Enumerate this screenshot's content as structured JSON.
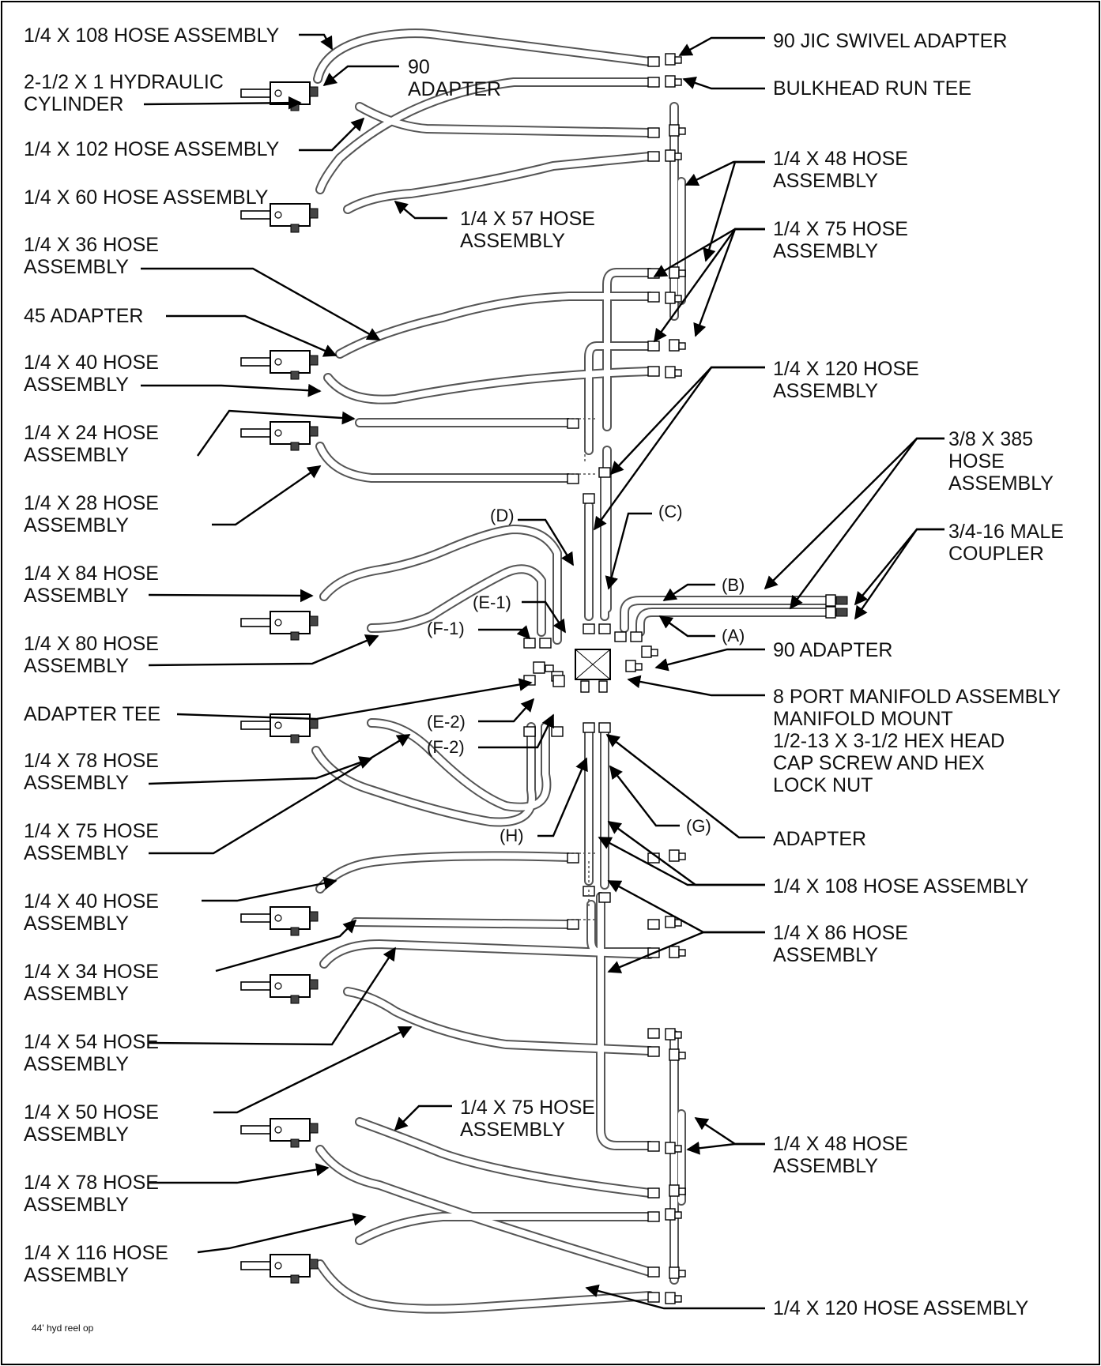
{
  "labels": {
    "hose_108_top": "1/4 X 108 HOSE ASSEMBLY",
    "cyl_line1": "2-1/2 X 1 HYDRAULIC",
    "cyl_line2": "CYLINDER",
    "adapter90_top_line1": "90",
    "adapter90_top_line2": "ADAPTER",
    "hose_102": "1/4 X 102 HOSE ASSEMBLY",
    "hose_60": "1/4 X 60 HOSE ASSEMBLY",
    "hose_57_line1": "1/4 X 57 HOSE",
    "hose_57_line2": "ASSEMBLY",
    "hose_36_line1": "1/4 X 36 HOSE",
    "hose_36_line2": "ASSEMBLY",
    "adapter45": "45 ADAPTER",
    "hose_40a_line1": "1/4 X 40 HOSE",
    "hose_40a_line2": "ASSEMBLY",
    "hose_24_line1": "1/4 X 24 HOSE",
    "hose_24_line2": "ASSEMBLY",
    "hose_28_line1": "1/4 X 28 HOSE",
    "hose_28_line2": "ASSEMBLY",
    "hose_84_line1": "1/4 X 84 HOSE",
    "hose_84_line2": "ASSEMBLY",
    "hose_80_line1": "1/4 X 80 HOSE",
    "hose_80_line2": "ASSEMBLY",
    "adapter_tee": "ADAPTER TEE",
    "hose_78a_line1": "1/4 X 78 HOSE",
    "hose_78a_line2": "ASSEMBLY",
    "hose_75b_line1": "1/4 X 75 HOSE",
    "hose_75b_line2": "ASSEMBLY",
    "hose_40b_line1": "1/4 X 40 HOSE",
    "hose_40b_line2": "ASSEMBLY",
    "hose_34_line1": "1/4 X 34 HOSE",
    "hose_34_line2": "ASSEMBLY",
    "hose_54_line1": "1/4 X 54 HOSE",
    "hose_54_line2": "ASSEMBLY",
    "hose_50_line1": "1/4 X 50 HOSE",
    "hose_50_line2": "ASSEMBLY",
    "hose_75c_line1": "1/4 X 75 HOSE",
    "hose_75c_line2": "ASSEMBLY",
    "hose_78b_line1": "1/4 X 78 HOSE",
    "hose_78b_line2": "ASSEMBLY",
    "hose_116_line1": "1/4 X 116 HOSE",
    "hose_116_line2": "ASSEMBLY",
    "jic_swivel": "90 JIC SWIVEL ADAPTER",
    "bulkhead_tee": "BULKHEAD RUN TEE",
    "hose_48a_line1": "1/4 X 48 HOSE",
    "hose_48a_line2": "ASSEMBLY",
    "hose_75a_line1": "1/4 X 75 HOSE",
    "hose_75a_line2": "ASSEMBLY",
    "hose_120a_line1": "1/4 X 120 HOSE",
    "hose_120a_line2": "ASSEMBLY",
    "hose_385_line1": "3/8 X 385",
    "hose_385_line2": "HOSE",
    "hose_385_line3": "ASSEMBLY",
    "coupler_line1": "3/4-16 MALE",
    "coupler_line2": "COUPLER",
    "adapter90_right": "90 ADAPTER",
    "manifold_line1": "8 PORT MANIFOLD ASSEMBLY",
    "manifold_line2": "MANIFOLD MOUNT",
    "manifold_line3": "1/2-13 X 3-1/2 HEX HEAD",
    "manifold_line4": "CAP SCREW AND HEX",
    "manifold_line5": "LOCK NUT",
    "adapter": "ADAPTER",
    "hose_108_mid": "1/4 X 108 HOSE ASSEMBLY",
    "hose_86_line1": "1/4 X 86 HOSE",
    "hose_86_line2": "ASSEMBLY",
    "hose_48b_line1": "1/4 X 48 HOSE",
    "hose_48b_line2": "ASSEMBLY",
    "hose_120b": "1/4 X 120 HOSE ASSEMBLY",
    "tag_d": "(D)",
    "tag_c": "(C)",
    "tag_b": "(B)",
    "tag_a": "(A)",
    "tag_e1": "(E-1)",
    "tag_f1": "(F-1)",
    "tag_e2": "(E-2)",
    "tag_f2": "(F-2)",
    "tag_h": "(H)",
    "tag_g": "(G)",
    "footnote": "44' hyd reel op"
  }
}
